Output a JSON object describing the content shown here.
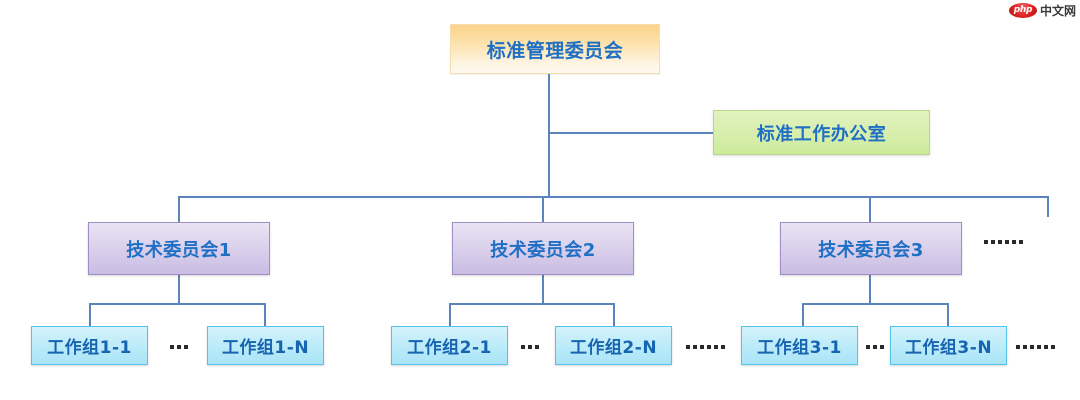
{
  "diagram": {
    "type": "organization-chart",
    "background": "#ffffff",
    "connector_color": "#5b84bd",
    "text_color": "#1f6fc4",
    "root": {
      "label": "标准管理委员会",
      "fill": "#fbd38a"
    },
    "office": {
      "label": "标准工作办公室",
      "fill": "#d9efb0"
    },
    "committees": [
      {
        "label": "技术委员会1",
        "fill": "#ddd4ed",
        "workgroups": [
          {
            "label": "工作组1-1"
          },
          {
            "label": "工作组1-N"
          }
        ],
        "workgroup_separator": "...",
        "trailing_ellipsis": ""
      },
      {
        "label": "技术委员会2",
        "fill": "#ddd4ed",
        "workgroups": [
          {
            "label": "工作组2-1"
          },
          {
            "label": "工作组2-N"
          }
        ],
        "workgroup_separator": "...",
        "trailing_ellipsis": "……"
      },
      {
        "label": "技术委员会3",
        "fill": "#ddd4ed",
        "workgroups": [
          {
            "label": "工作组3-1"
          },
          {
            "label": "工作组3-N"
          }
        ],
        "workgroup_separator": "...",
        "trailing_ellipsis": "……"
      }
    ],
    "committee_ellipsis": "……"
  },
  "watermark": {
    "badge_text": "php",
    "text": "中文网",
    "badge_color": "#d91f1f"
  }
}
